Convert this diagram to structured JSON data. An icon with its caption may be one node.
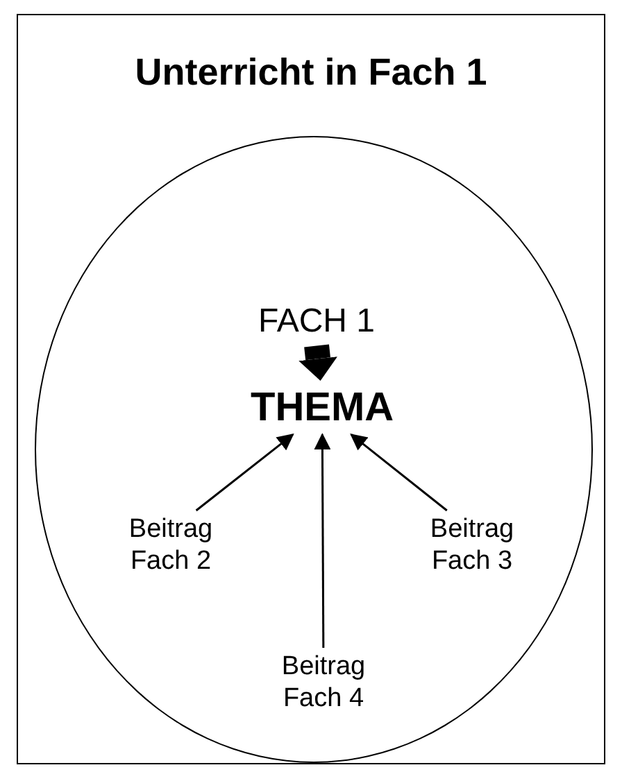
{
  "diagram": {
    "nodes": [
      {
        "text": [
          "Unterricht in Fach 1"
        ]
      },
      {
        "text": [],
        "shape": "circle",
        "in": 0
      },
      {
        "text": [
          "FACH 1"
        ],
        "in": 1
      },
      {
        "text": [
          "THEMA"
        ],
        "in": 1
      },
      {
        "text": [
          "Beitrag Fach 2"
        ],
        "in": 1
      },
      {
        "text": [
          "Beitrag Fach 3"
        ],
        "in": 1
      },
      {
        "text": [
          "Beitrag Fach 4"
        ],
        "in": 1
      }
    ],
    "edges": [
      {
        "from": 2,
        "to": 3,
        "arrow": "to",
        "style": "thick"
      },
      {
        "from": 4,
        "to": 3,
        "arrow": "to"
      },
      {
        "from": 5,
        "to": 3,
        "arrow": "to"
      },
      {
        "from": 6,
        "to": 3,
        "arrow": "to"
      }
    ]
  }
}
